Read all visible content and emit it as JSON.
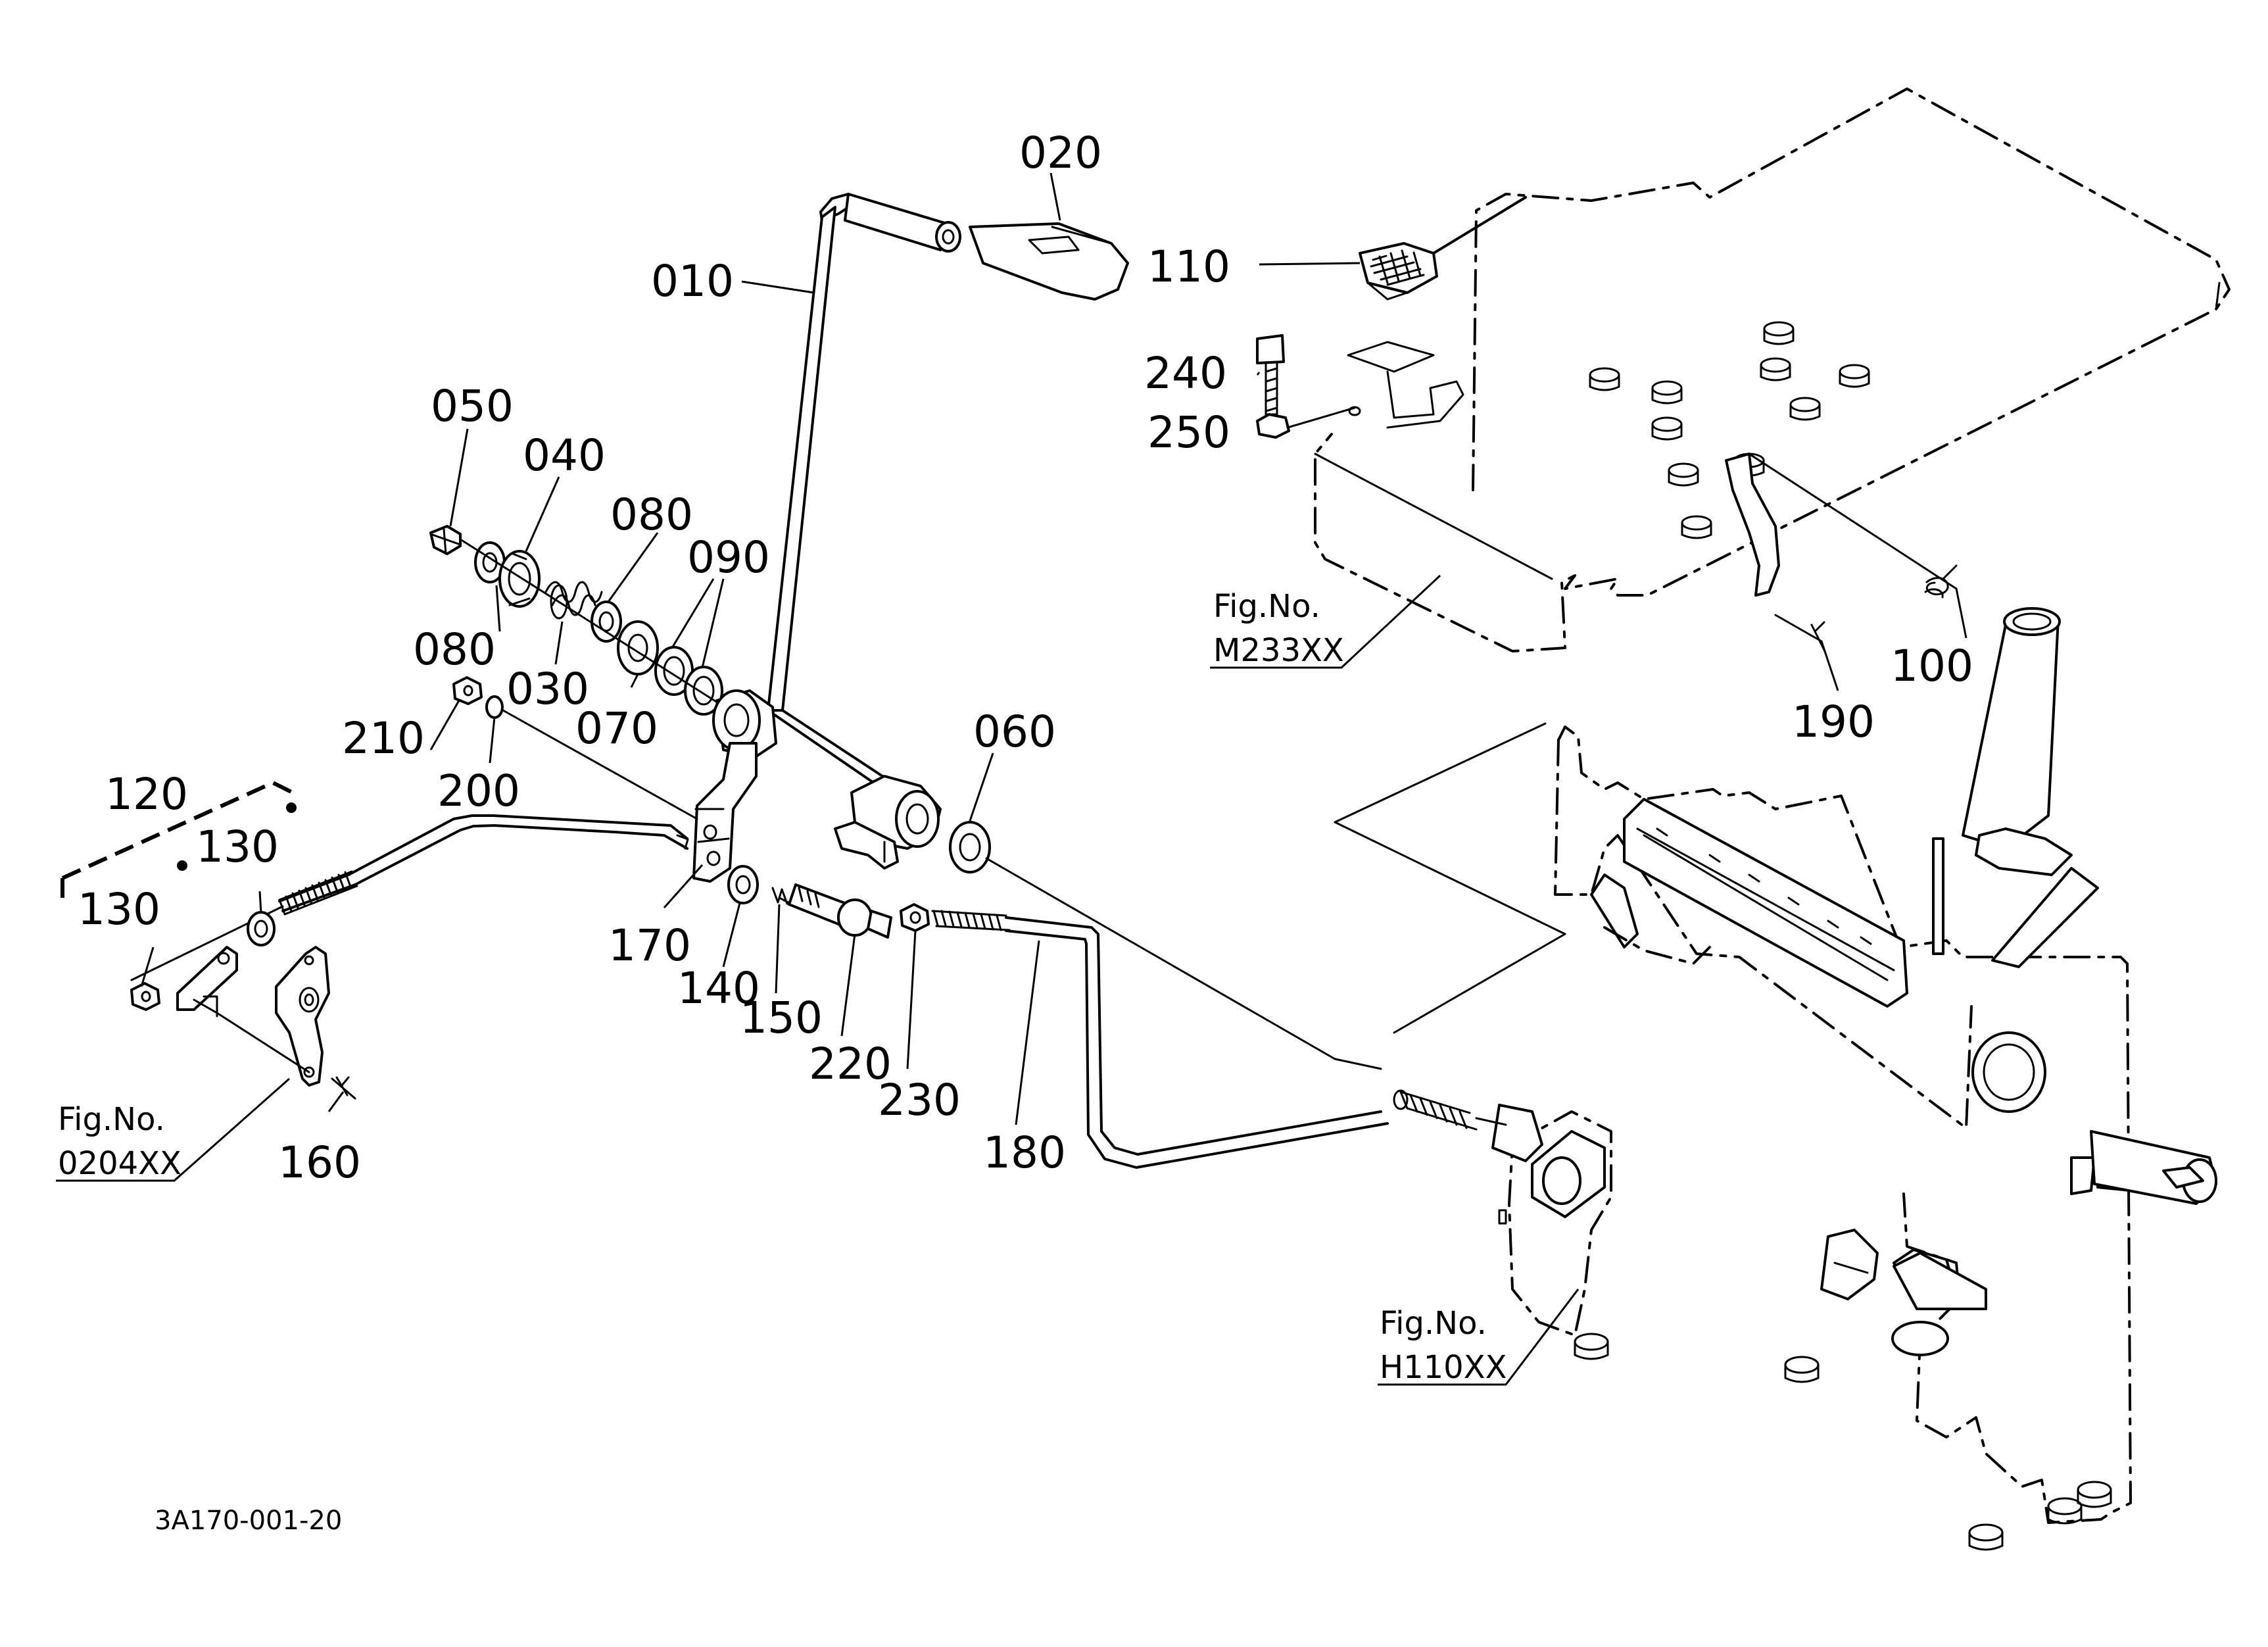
{
  "parts": [
    {
      "id": "p010",
      "label": "010"
    },
    {
      "id": "p020",
      "label": "020"
    },
    {
      "id": "p030",
      "label": "030"
    },
    {
      "id": "p040",
      "label": "040"
    },
    {
      "id": "p050",
      "label": "050"
    },
    {
      "id": "p060",
      "label": "060"
    },
    {
      "id": "p070",
      "label": "070"
    },
    {
      "id": "p080a",
      "label": "080"
    },
    {
      "id": "p080b",
      "label": "080"
    },
    {
      "id": "p090",
      "label": "090"
    },
    {
      "id": "p100",
      "label": "100"
    },
    {
      "id": "p110",
      "label": "110"
    },
    {
      "id": "p120",
      "label": "120"
    },
    {
      "id": "p130a",
      "label": "130"
    },
    {
      "id": "p130b",
      "label": "130"
    },
    {
      "id": "p140",
      "label": "140"
    },
    {
      "id": "p150",
      "label": "150"
    },
    {
      "id": "p160",
      "label": "160"
    },
    {
      "id": "p170",
      "label": "170"
    },
    {
      "id": "p180",
      "label": "180"
    },
    {
      "id": "p190",
      "label": "190"
    },
    {
      "id": "p200",
      "label": "200"
    },
    {
      "id": "p210",
      "label": "210"
    },
    {
      "id": "p220",
      "label": "220"
    },
    {
      "id": "p230",
      "label": "230"
    },
    {
      "id": "p240",
      "label": "240"
    },
    {
      "id": "p250",
      "label": "250"
    }
  ],
  "figure_refs": {
    "m233": {
      "prefix": "Fig.No.",
      "code": "M233XX"
    },
    "f0204": {
      "prefix": "Fig.No.",
      "code": "0204XX"
    },
    "h110": {
      "prefix": "Fig.No.",
      "code": "H110XX"
    }
  },
  "drawing_code": "3A170-001-20"
}
